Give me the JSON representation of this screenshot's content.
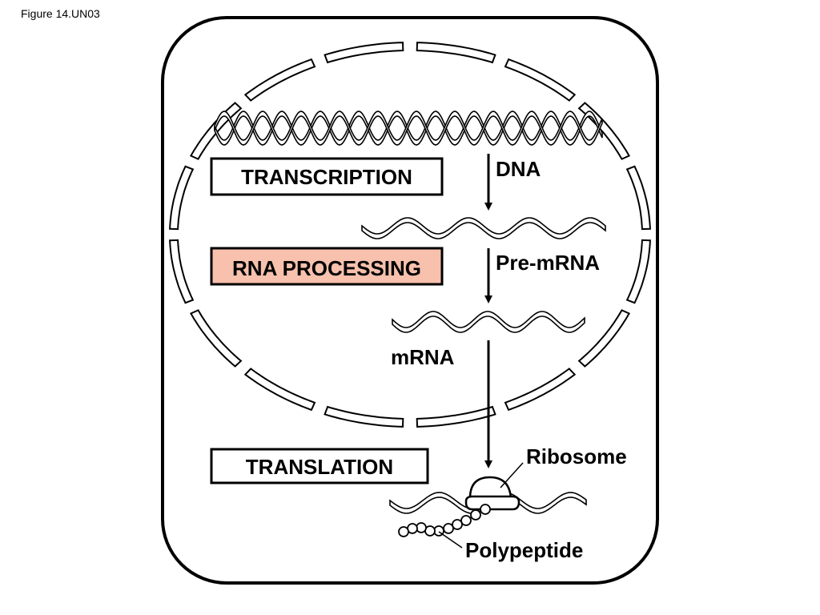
{
  "figure_caption": "Figure 14.UN03",
  "steps": {
    "transcription": "TRANSCRIPTION",
    "rna_processing": "RNA PROCESSING",
    "translation": "TRANSLATION"
  },
  "molecules": {
    "dna": "DNA",
    "pre_mrna": "Pre-mRNA",
    "mrna": "mRNA",
    "ribosome": "Ribosome",
    "polypeptide": "Polypeptide"
  },
  "colors": {
    "highlight_box": "#f7c1ad",
    "line": "#000000",
    "background": "#ffffff"
  }
}
